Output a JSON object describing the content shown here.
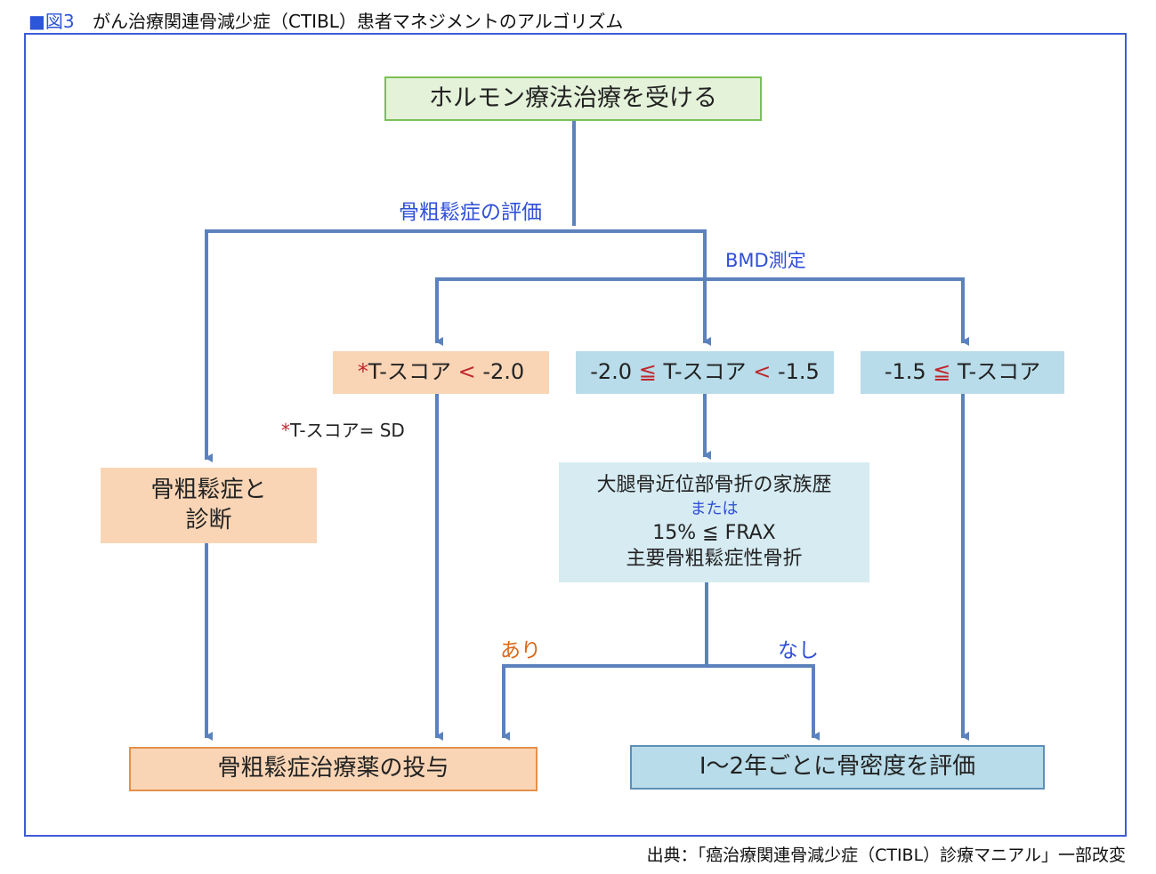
{
  "header": {
    "marker": "■図3",
    "title": "がん治療関連骨減少症（CTIBL）患者マネジメントのアルゴリズム"
  },
  "nodes": {
    "start": "ホルモン療法治療を受ける",
    "osteo_diag_line1": "骨粗鬆症と",
    "osteo_diag_line2": "診断",
    "t_low": {
      "star": "*",
      "label": "T-スコア",
      "op": "<",
      "value": "-2.0"
    },
    "t_mid": {
      "low": "-2.0",
      "op1": "≦",
      "label": "T-スコア",
      "op2": "<",
      "high": "-1.5"
    },
    "t_high": {
      "low": "-1.5",
      "op": "≦",
      "label": "T-スコア"
    },
    "risk_line1": "大腿骨近位部骨折の家族歴",
    "risk_or": "または",
    "risk_line2": "15% ≦ FRAX",
    "risk_line3": "主要骨粗鬆症性骨折",
    "treatment": "骨粗鬆症治療薬の投与",
    "monitor": "I〜2年ごとに骨密度を評価"
  },
  "labels": {
    "osteo_eval": "骨粗鬆症の評価",
    "bmd": "BMD測定",
    "yes": "あり",
    "no": "なし"
  },
  "footnote": {
    "star": "*",
    "text": "T-スコア= SD"
  },
  "source": "出典：「癌治療関連骨減少症（CTIBL）診療マニアル」一部改変",
  "colors": {
    "accent_blue": "#2f4fd8",
    "line_blue": "#5b82bd",
    "orange_text": "#d86a1c",
    "red_operator": "#c0262d",
    "green_border": "#7ac058",
    "orange_fill": "#f9d5b6",
    "blue_fill": "#b8dce9"
  }
}
